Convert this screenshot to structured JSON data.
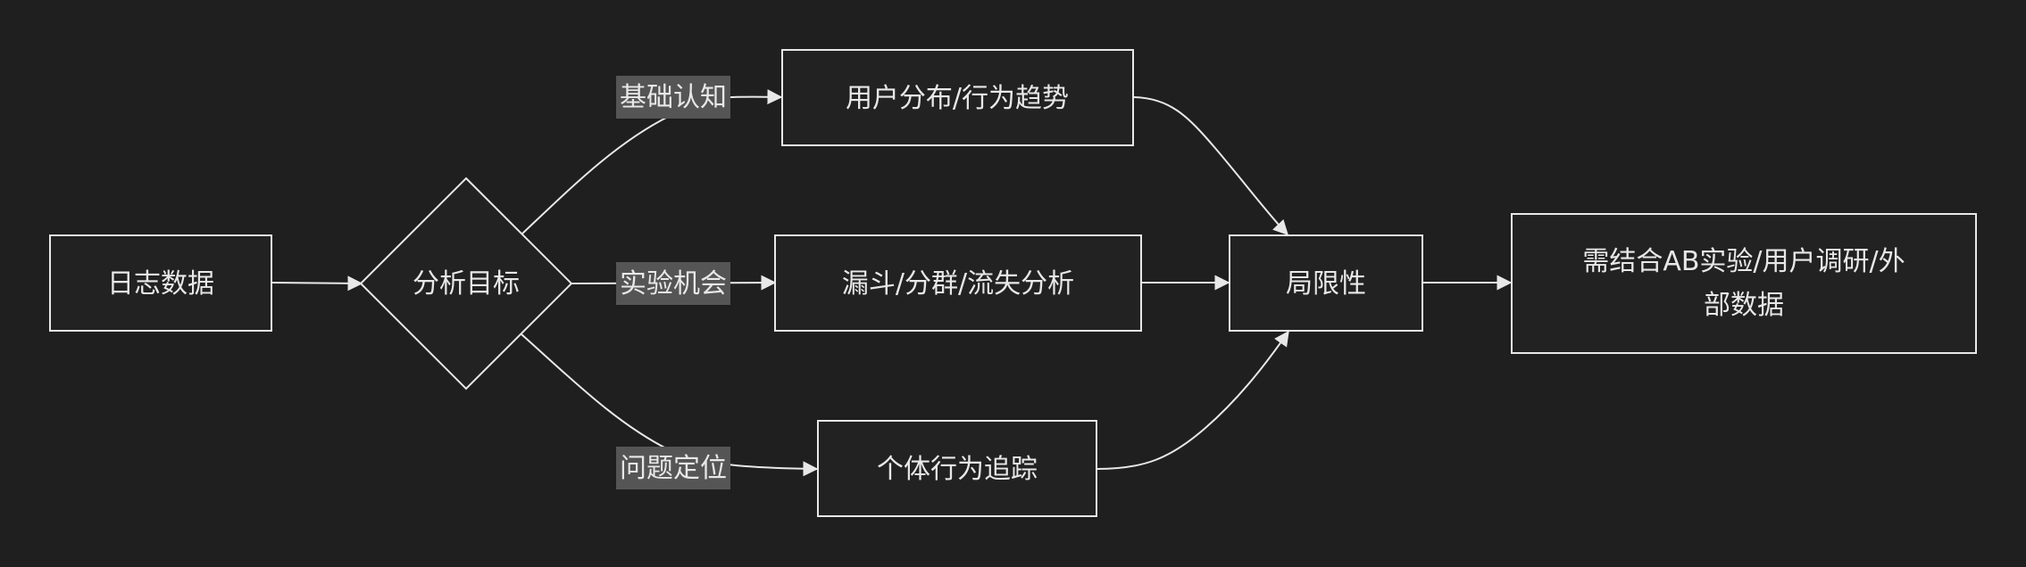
{
  "nodes": {
    "log_data": "日志数据",
    "analysis_goal": "分析目标",
    "user_distribution": "用户分布/行为趋势",
    "funnel_analysis": "漏斗/分群/流失分析",
    "individual_tracking": "个体行为追踪",
    "limitations": "局限性",
    "combine_sources_line1": "需结合AB实验/用户调研/外",
    "combine_sources_line2": "部数据"
  },
  "edge_labels": {
    "basic_cognition": "基础认知",
    "experiment_opportunity": "实验机会",
    "problem_location": "问题定位"
  },
  "colors": {
    "background": "#1f1f1f",
    "stroke": "#e8e8e8",
    "text": "#e8e8e8",
    "label_background": "#555555",
    "node_fill": "#222222"
  }
}
